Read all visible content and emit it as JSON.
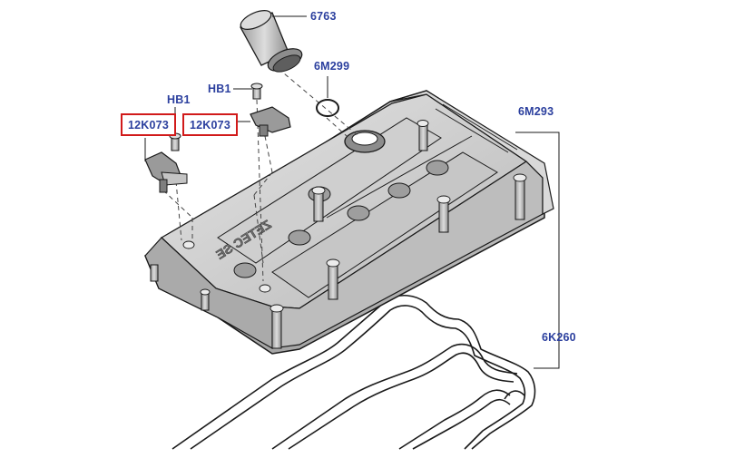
{
  "diagram": {
    "engine_marking": "ZETEC SE",
    "callouts": [
      {
        "id": "6763",
        "label": "6763",
        "highlighted": false
      },
      {
        "id": "6M299",
        "label": "6M299",
        "highlighted": false
      },
      {
        "id": "HB1_a",
        "label": "HB1",
        "highlighted": false
      },
      {
        "id": "HB1_b",
        "label": "HB1",
        "highlighted": false
      },
      {
        "id": "12K073_a",
        "label": "12K073",
        "highlighted": true
      },
      {
        "id": "12K073_b",
        "label": "12K073",
        "highlighted": true
      },
      {
        "id": "6M293",
        "label": "6M293",
        "highlighted": false
      },
      {
        "id": "6K260",
        "label": "6K260",
        "highlighted": false
      }
    ],
    "colors": {
      "callout_text": "#2b3f9e",
      "highlight_box": "#d11a1a",
      "line": "#1a1a1a"
    }
  }
}
